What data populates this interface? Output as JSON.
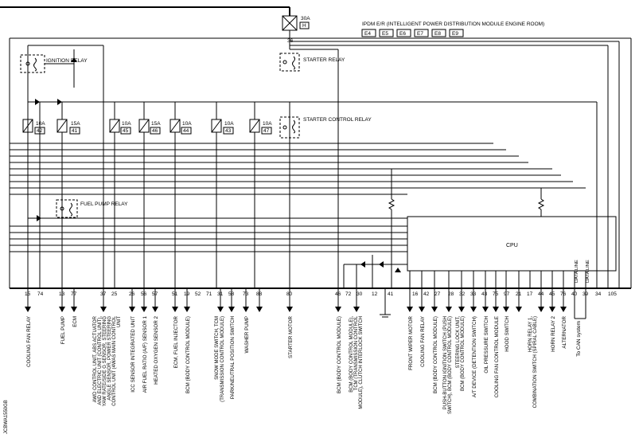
{
  "header": {
    "title": "IPDM E/R (INTELLIGENT POWER DISTRIBUTION MODULE ENGINE ROOM)",
    "connectors": [
      "E4",
      "E5",
      "E6",
      "E7",
      "E8",
      "E9"
    ]
  },
  "main_fuse": {
    "amp": "30A",
    "id": "H",
    "terminal": "36"
  },
  "relays": [
    {
      "label": "IGNITION RELAY"
    },
    {
      "label": "STARTER RELAY"
    },
    {
      "label": "STARTER CONTROL RELAY"
    },
    {
      "label": "FUEL PUMP RELAY"
    }
  ],
  "fuses": [
    {
      "amp": "10A",
      "id": "42"
    },
    {
      "amp": "15A",
      "id": "41"
    },
    {
      "amp": "10A",
      "id": "45"
    },
    {
      "amp": "15A",
      "id": "46"
    },
    {
      "amp": "10A",
      "id": "44"
    },
    {
      "amp": "10A",
      "id": "43"
    },
    {
      "amp": "10A",
      "id": "47"
    }
  ],
  "cpu": {
    "label": "CPU"
  },
  "terminals": [
    {
      "num": "15"
    },
    {
      "num": "74"
    },
    {
      "num": "13"
    },
    {
      "num": "77"
    },
    {
      "num": "37"
    },
    {
      "num": "25"
    },
    {
      "num": "26"
    },
    {
      "num": "56"
    },
    {
      "num": "57"
    },
    {
      "num": "51"
    },
    {
      "num": "19"
    },
    {
      "num": "52"
    },
    {
      "num": "71"
    },
    {
      "num": "31"
    },
    {
      "num": "58"
    },
    {
      "num": "73"
    },
    {
      "num": "88"
    },
    {
      "num": "80"
    },
    {
      "num": "46"
    },
    {
      "num": "72"
    },
    {
      "num": "30"
    },
    {
      "num": "12"
    },
    {
      "num": "41"
    },
    {
      "num": "16"
    },
    {
      "num": "42"
    },
    {
      "num": "27"
    },
    {
      "num": "28"
    },
    {
      "num": "32"
    },
    {
      "num": "33"
    },
    {
      "num": "43"
    },
    {
      "num": "75"
    },
    {
      "num": "97"
    },
    {
      "num": "21"
    },
    {
      "num": "17"
    },
    {
      "num": "44"
    },
    {
      "num": "45"
    },
    {
      "num": "76"
    },
    {
      "num": "40"
    },
    {
      "num": "39"
    },
    {
      "num": "34"
    },
    {
      "num": "105"
    }
  ],
  "data_line_labels": [
    "DATA LINE",
    "DATA LINE"
  ],
  "can_label": "To CAN system",
  "destinations": [
    {
      "text": "COOLING FAN RELAY"
    },
    {
      "text": "FUEL PUMP"
    },
    {
      "text": "ECM"
    },
    {
      "text": "AWD CONTROL UNIT, ABS ACTUATOR AND ELECTRIC UNIT (CONTROL UNIT), YAW RATE/SIDE G SENSOR, STEERING ANGLE SENSOR, POWER STEERING CONTROL UNIT (4WAS MAIN CONTROL UNIT"
    },
    {
      "text": "ICC SENSOR INTEGRATED UNIT"
    },
    {
      "text": "AIR FUEL RATIO (A/F) SENSOR 1"
    },
    {
      "text": "HEATED OXYGEN SENSOR 2"
    },
    {
      "text": "ECM, FUEL INJECTOR"
    },
    {
      "text": "BCM (BODY CONTROL MODULE)"
    },
    {
      "text": "SNOW MODE SWITCH, TCM (TRANSMISSION CONTROL MODULE)"
    },
    {
      "text": "PARK/NEUTRAL POSITION SWITCH"
    },
    {
      "text": "WASHER PUMP"
    },
    {
      "text": "STARTER MOTOR"
    },
    {
      "text": "BCM (BODY CONTROL MODULE)"
    },
    {
      "text": "BCM (BODY CONTROL MODULE), TCM (TRANSMISSION CONTROL MODULE), CLUTCH INTERLOCK SWITCH"
    },
    {
      "text": "FRONT WIPER MOTOR"
    },
    {
      "text": "COOLING FAN RELAY"
    },
    {
      "text": "BCM (BODY CONTROL MODULE)"
    },
    {
      "text": "PUSH-BUTTON IGNITION SWITCH (PUSH SWITCH), BCM (BODY CONTROL MODULE)"
    },
    {
      "text": "STEERING LOCK UNIT, BCM (BODY CONTROL MODULE)"
    },
    {
      "text": "A/T DEVICE (DETENTION SWITCH)"
    },
    {
      "text": "OIL PRESSURE SWITCH"
    },
    {
      "text": "COOLING FAN CONTROL MODULE"
    },
    {
      "text": "HOOD SWITCH"
    },
    {
      "text": "HORN RELAY 1, COMBINATION SWITCH (SPIRAL CABLE)"
    },
    {
      "text": "HORN RELAY 2"
    },
    {
      "text": "ALTERNATOR"
    }
  ],
  "figure_code": "JCBWA1550GB"
}
